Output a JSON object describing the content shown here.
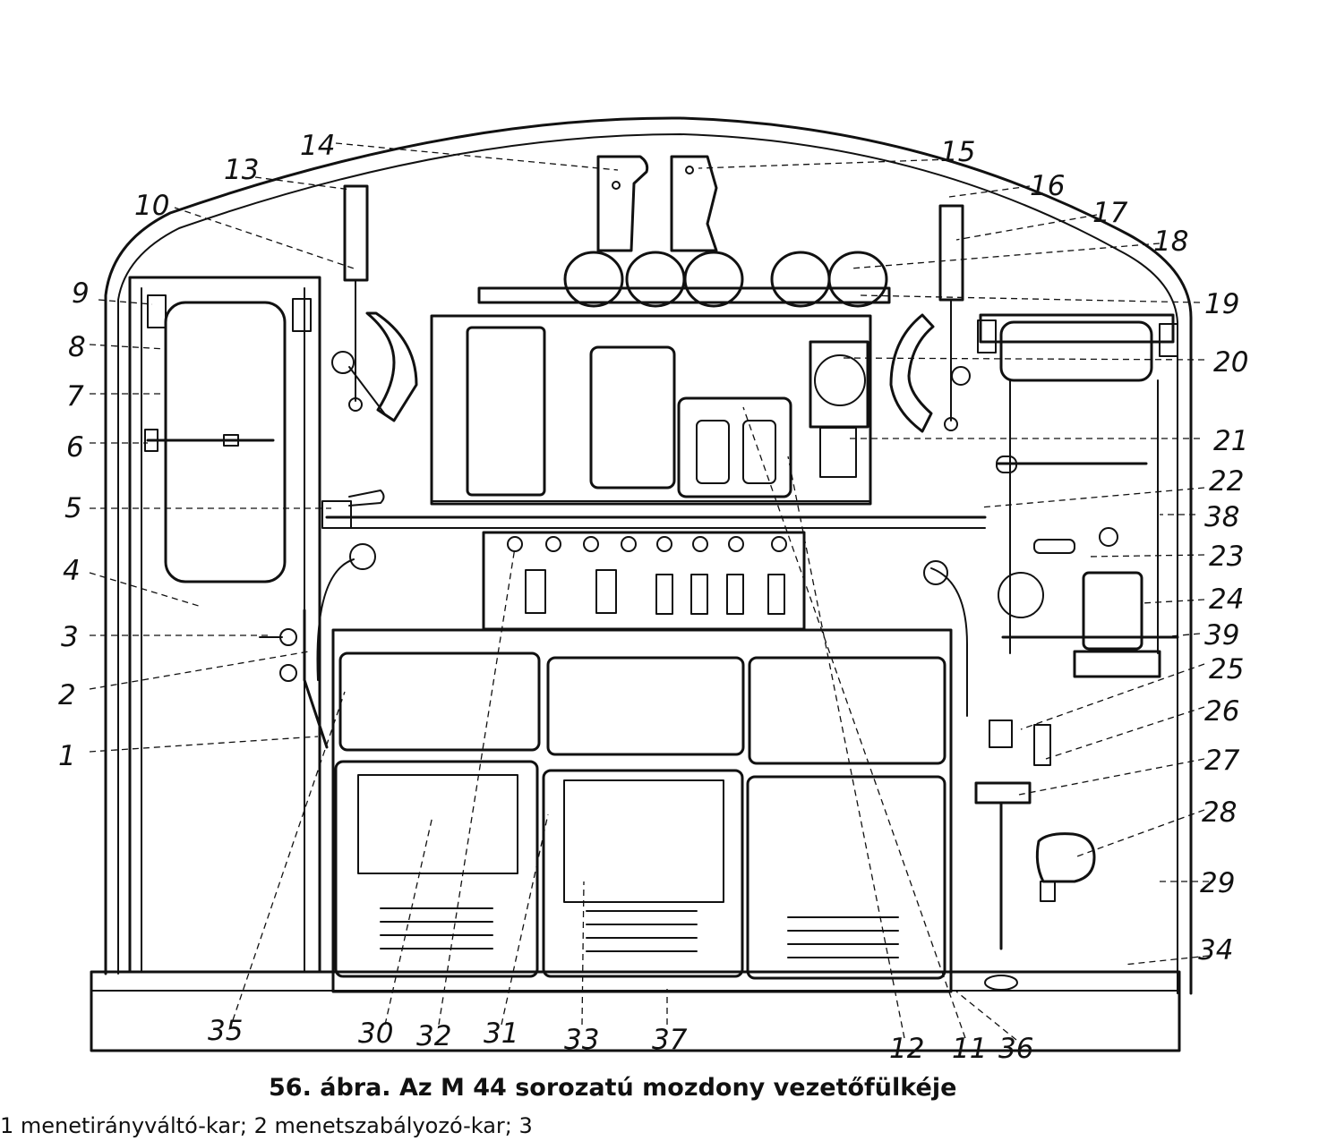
{
  "figure": {
    "caption": "56. ábra. Az M 44 sorozatú mozdony vezetőfülkéje",
    "legend_fragment": "1 menetirányváltó-kar; 2 menetszabályozó-kar; 3",
    "labels": [
      "1",
      "2",
      "3",
      "4",
      "5",
      "6",
      "7",
      "8",
      "9",
      "10",
      "11",
      "12",
      "13",
      "14",
      "15",
      "16",
      "17",
      "18",
      "19",
      "20",
      "21",
      "22",
      "23",
      "24",
      "25",
      "26",
      "27",
      "28",
      "29",
      "30",
      "31",
      "32",
      "33",
      "34",
      "35",
      "36",
      "37",
      "38",
      "39"
    ]
  }
}
